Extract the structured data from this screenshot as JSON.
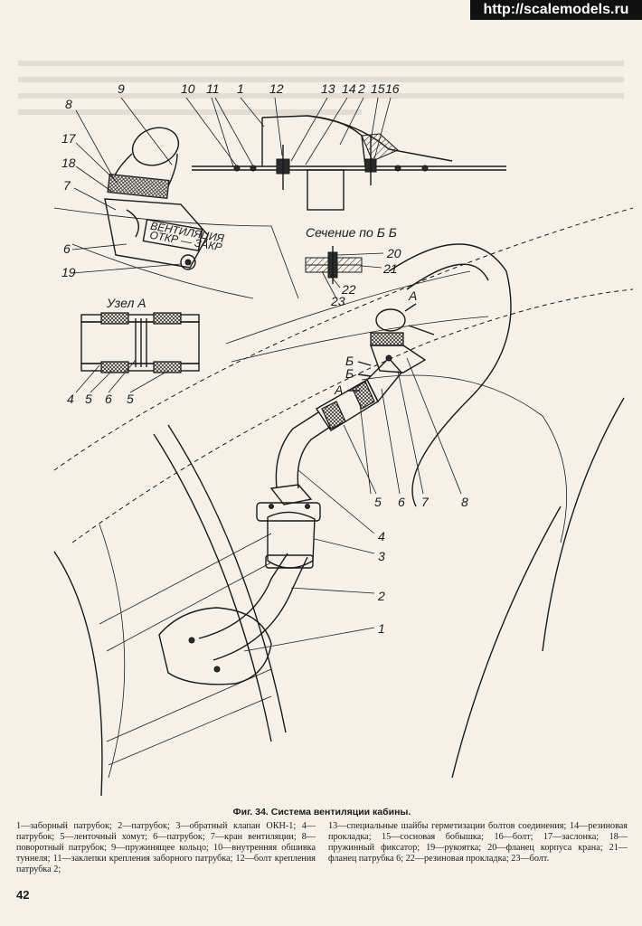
{
  "watermark": "http://scalemodels.ru",
  "labels": {
    "top_section": [
      "9",
      "10",
      "11",
      "1",
      "12",
      "13",
      "14",
      "2",
      "15",
      "16"
    ],
    "left_group": [
      "8",
      "17",
      "18",
      "7",
      "6",
      "19"
    ],
    "section_title": "Сечение по Б Б",
    "section_bb": [
      "20",
      "21",
      "22",
      "23"
    ],
    "node_title": "Узел А",
    "node_a": [
      "4",
      "5",
      "6",
      "5"
    ],
    "main_right": [
      "5",
      "6",
      "7",
      "8",
      "4",
      "3",
      "2",
      "1"
    ],
    "markers": [
      "А",
      "Б",
      "Б",
      "А"
    ],
    "valve_plate": [
      "ВЕНТИЛЯЦИЯ",
      "ОТКР — ЗАКР"
    ]
  },
  "caption": {
    "title": "Фиг. 34. Система вентиляции кабины.",
    "left": "1—заборный патрубок; 2—патрубок; 3—обратный клапан ОКН-1; 4—патрубок; 5—ленточный хомут; 6—патрубок; 7—кран вентиляции; 8—поворотный патрубок; 9—пружинящее кольцо; 10—внутренняя обшивка туннеля; 11—заклепки крепления заборного патрубка; 12—болт крепления патрубка 2;",
    "right": "13—специальные шайбы герметизации болтов соединения; 14—резиновая прокладка; 15—сосновая бобышка; 16—болт; 17—заслонка; 18—пружинный фиксатор; 19—рукоятка; 20—фланец корпуса крана; 21—фланец патрубка 6; 22—резиновая прокладка; 23—болт."
  },
  "page_number": "42"
}
